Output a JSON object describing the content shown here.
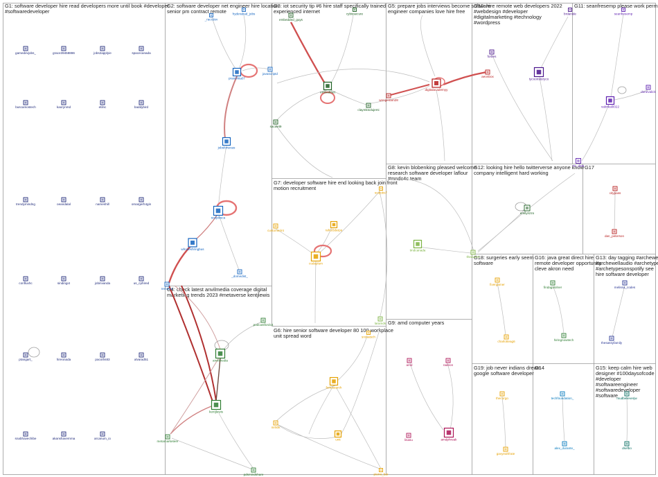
{
  "groups": [
    {
      "id": "G1",
      "title_lines": [
        "G1: software developer hire read developers more until book #developer",
        "#softwaredeveloper"
      ]
    },
    {
      "id": "G2",
      "title_lines": [
        "G2: software developer net engineer hire location",
        "senior pm contract remote"
      ]
    },
    {
      "id": "G3",
      "title_lines": [
        "G3: iot security tip #6 hire staff specifically trained",
        "experienced internet"
      ]
    },
    {
      "id": "G5",
      "title_lines": [
        "G5: prepare jobs interviews become software",
        "engineer companies love hire free"
      ]
    },
    {
      "id": "G10",
      "title_lines": [
        "G10: hire remote web developers 2022",
        "#webdesign #developer",
        "#digitalmarketing #technology",
        "#wordpress"
      ]
    },
    {
      "id": "G11",
      "title_lines": [
        "G11: seanfresemp please work permit"
      ]
    },
    {
      "id": "G7",
      "title_lines": [
        "G7: developer software hire end looking back join front",
        "motion recruitment"
      ]
    },
    {
      "id": "G8",
      "title_lines": [
        "G8: kevin blobenking pleased welcome",
        "research software developer laflour",
        "#mndc4c team"
      ]
    },
    {
      "id": "G12",
      "title_lines": [
        "G12: looking hire hello twitterverse anyone know",
        "company intelligent hard working"
      ]
    },
    {
      "id": "G17",
      "title_lines": [
        "G17"
      ]
    },
    {
      "id": "G4",
      "title_lines": [
        "G4: check latest anvilmedia coverage digital",
        "marketing trends 2023 #metaverse kentjlewis"
      ]
    },
    {
      "id": "G18",
      "title_lines": [
        "G18: surgeries early seem",
        "software"
      ]
    },
    {
      "id": "G16",
      "title_lines": [
        "G16: java great direct hire",
        "remote developer opportunity",
        "cleve akron need"
      ]
    },
    {
      "id": "G13",
      "title_lines": [
        "G13: day tagging #archewell",
        "#archewellaudio #archetypes",
        "#archetypesonspotify see",
        "hire software developer"
      ]
    },
    {
      "id": "G6",
      "title_lines": [
        "G6: hire senior software developer 80 100 workplace",
        "unit spread word"
      ]
    },
    {
      "id": "G9",
      "title_lines": [
        "G9: amd computer years"
      ]
    },
    {
      "id": "G19",
      "title_lines": [
        "G19: job never indians dream",
        "google software developer"
      ]
    },
    {
      "id": "G14",
      "title_lines": [
        "G14"
      ]
    },
    {
      "id": "G15",
      "title_lines": [
        "G15: keep calm hire web",
        "designer #100daysofcode",
        "#developer",
        "#softwareengineer",
        "#softwaredeveloper",
        "#software"
      ]
    }
  ],
  "nodes": [
    {
      "id": "gamedevjobs_",
      "label": "gamedevjobs_",
      "color": "#1f2a7a"
    },
    {
      "id": "grace",
      "label": "grace39458886",
      "color": "#1f2a7a"
    },
    {
      "id": "jobs2apply",
      "label": "jobs2applyie",
      "color": "#1f2a7a"
    },
    {
      "id": "spacecanada",
      "label": "spacecanada",
      "color": "#1f2a7a"
    },
    {
      "id": "buscamos",
      "label": "buscamostech",
      "color": "#1f2a7a"
    },
    {
      "id": "kaorynmd",
      "label": "kaorynmd",
      "color": "#1f2a7a"
    },
    {
      "id": "etilnc",
      "label": "etilnc",
      "color": "#1f2a7a"
    },
    {
      "id": "baddybird",
      "label": "baddybird",
      "color": "#1f2a7a"
    },
    {
      "id": "trendymind",
      "label": "trendymindng",
      "color": "#1f2a7a"
    },
    {
      "id": "oeandalal",
      "label": "oeandalal",
      "color": "#1f2a7a"
    },
    {
      "id": "namesphil",
      "label": "nameshill",
      "color": "#1f2a7a"
    },
    {
      "id": "omarger",
      "label": "omargerh4gin",
      "color": "#1f2a7a"
    },
    {
      "id": "confluxhc",
      "label": "confluxhc",
      "color": "#1f2a7a"
    },
    {
      "id": "sindingi4",
      "label": "sindingi4",
      "color": "#1f2a7a"
    },
    {
      "id": "jobinvanda",
      "label": "jobinvanda",
      "color": "#1f2a7a"
    },
    {
      "id": "us_cphired",
      "label": "us_cphired",
      "color": "#1f2a7a"
    },
    {
      "id": "ptangart",
      "label": "ptangart_",
      "color": "#1f2a7a"
    },
    {
      "id": "hireonada",
      "label": "hireonada",
      "color": "#1f2a7a"
    },
    {
      "id": "pacoths",
      "label": "pacoths83",
      "color": "#1f2a7a"
    },
    {
      "id": "alvarad",
      "label": "alvarad51",
      "color": "#1f2a7a"
    },
    {
      "id": "snabhave",
      "label": "snabhavechibe",
      "color": "#1f2a7a"
    },
    {
      "id": "akanshan",
      "label": "akanshavernma",
      "color": "#1f2a7a"
    },
    {
      "id": "arcanum",
      "label": "arcanum_io",
      "color": "#1f2a7a"
    },
    {
      "id": "_raccdev",
      "label": "_raccdev",
      "color": "#1565c0"
    },
    {
      "id": "hyderabad",
      "label": "hyderabad_jobs",
      "color": "#1565c0"
    },
    {
      "id": "javascriptd",
      "label": "javascriptd",
      "color": "#1565c0"
    },
    {
      "id": "pranshita",
      "label": "pranshita07",
      "color": "#1565c0"
    },
    {
      "id": "jobsfortex",
      "label": "jobsfortexas",
      "color": "#1565c0"
    },
    {
      "id": "scdjobsca",
      "label": "scdjobsca",
      "color": "#1565c0"
    },
    {
      "id": "whoseshring",
      "label": "whoseshringbus",
      "color": "#1565c0"
    },
    {
      "id": "_domedist",
      "label": "_domedist_",
      "color": "#1565c0"
    },
    {
      "id": "remotes",
      "label": "remotes",
      "color": "#1565c0"
    },
    {
      "id": "embedded_guys",
      "label": "embedded_guys",
      "color": "#1b5e20"
    },
    {
      "id": "cybissecure",
      "label": "cybissecure",
      "color": "#1b5e20"
    },
    {
      "id": "embedthet",
      "label": "embedthet",
      "color": "#1b5e20"
    },
    {
      "id": "sacwet9",
      "label": "sacwet9",
      "color": "#1b5e20"
    },
    {
      "id": "claymksolu",
      "label": "claymksolujemi",
      "color": "#1b5e20"
    },
    {
      "id": "wongenam",
      "label": "wongenam28",
      "color": "#b71c1c"
    },
    {
      "id": "digitalacademy",
      "label": "digitalacademyy",
      "color": "#b71c1c"
    },
    {
      "id": "aeonbox",
      "label": "aeonbox",
      "color": "#b71c1c"
    },
    {
      "id": "forbes",
      "label": "forbes",
      "color": "#4a148c"
    },
    {
      "id": "brdanide",
      "label": "brdanide",
      "color": "#4a148c"
    },
    {
      "id": "tycoonstoryco",
      "label": "tycoonstoryco",
      "color": "#4a148c"
    },
    {
      "id": "seanfresemp",
      "label": "seanfresemp",
      "color": "#5e1fb0"
    },
    {
      "id": "donevslk",
      "label": "donevalick",
      "color": "#5e1fb0"
    },
    {
      "id": "vabrikaltop",
      "label": "vabrikal0022",
      "color": "#5e1fb0"
    },
    {
      "id": "mr_data",
      "label": "mr_data",
      "color": "#5e1fb0"
    },
    {
      "id": "customerint",
      "label": "customerint",
      "color": "#e6a100"
    },
    {
      "id": "rahulsaraa",
      "label": "rahul3darpe",
      "color": "#e6a100"
    },
    {
      "id": "codeplum",
      "label": "codeplum",
      "color": "#e6a100"
    },
    {
      "id": "scdjobs7",
      "label": "scdjobs7",
      "color": "#e6a100"
    },
    {
      "id": "tmdcanada",
      "label": "tmdcanada",
      "color": "#7cb342"
    },
    {
      "id": "theauxen",
      "label": "theauxen",
      "color": "#7cb342"
    },
    {
      "id": "laramds",
      "label": "laramds",
      "color": "#7cb342"
    },
    {
      "id": "emilyrizzo",
      "label": "emilyrizzo",
      "color": "#1b5e20"
    },
    {
      "id": "cityboss",
      "label": "citypass",
      "color": "#b71c1c"
    },
    {
      "id": "dan_peterson",
      "label": "dan_peterson",
      "color": "#b71c1c"
    },
    {
      "id": "podcastfordc",
      "label": "podcastfordc4",
      "color": "#2e7d32"
    },
    {
      "id": "anvilmedia",
      "label": "anvilmedia",
      "color": "#2e7d32"
    },
    {
      "id": "kentjlewis",
      "label": "kentjlewis",
      "color": "#2e7d32"
    },
    {
      "id": "metamarketer",
      "label": "metamarketeer",
      "color": "#2e7d32"
    },
    {
      "id": "pdsmindshare",
      "label": "pdsmindshare",
      "color": "#2e7d32"
    },
    {
      "id": "fivergamer",
      "label": "fivergamer",
      "color": "#e6a100"
    },
    {
      "id": "charlotte",
      "label": "charlotteag6",
      "color": "#e6a100"
    },
    {
      "id": "findagalolner",
      "label": "findagalolner",
      "color": "#2e7d32"
    },
    {
      "id": "hiringnowtech",
      "label": "hiringnowtech",
      "color": "#2e7d32"
    },
    {
      "id": "melissa",
      "label": "melissa_codes",
      "color": "#283593"
    },
    {
      "id": "thesassyfamily",
      "label": "thesassyfamily",
      "color": "#283593"
    },
    {
      "id": "fortesearch",
      "label": "fortesearch",
      "color": "#e6a100"
    },
    {
      "id": "snraatsch",
      "label": "snraatsch",
      "color": "#e6a100"
    },
    {
      "id": "mr50k",
      "label": "mr50k",
      "color": "#e6a100"
    },
    {
      "id": "unit",
      "label": "unit",
      "color": "#e6a100"
    },
    {
      "id": "pierre_bar",
      "label": "pierre_bar",
      "color": "#e6a100"
    },
    {
      "id": "amd",
      "label": "amd",
      "color": "#ad1457"
    },
    {
      "id": "radeon",
      "label": "radeon",
      "color": "#ad1457"
    },
    {
      "id": "lisasu",
      "label": "lisasu",
      "color": "#ad1457"
    },
    {
      "id": "amdphreak",
      "label": "amdphreak",
      "color": "#ad1457"
    },
    {
      "id": "thecorgo",
      "label": "thecorgo",
      "color": "#e6a100"
    },
    {
      "id": "gavyeahfrate",
      "label": "gavyeahfrate",
      "color": "#e6a100"
    },
    {
      "id": "techfoundation",
      "label": "techfoundation_",
      "color": "#0277bd"
    },
    {
      "id": "alex_durante",
      "label": "alex_durante_",
      "color": "#0277bd"
    },
    {
      "id": "mudbelieverjw",
      "label": "mudbelieverjw",
      "color": "#00695c"
    },
    {
      "id": "dsefbo",
      "label": "dsefbo",
      "color": "#00695c"
    }
  ]
}
